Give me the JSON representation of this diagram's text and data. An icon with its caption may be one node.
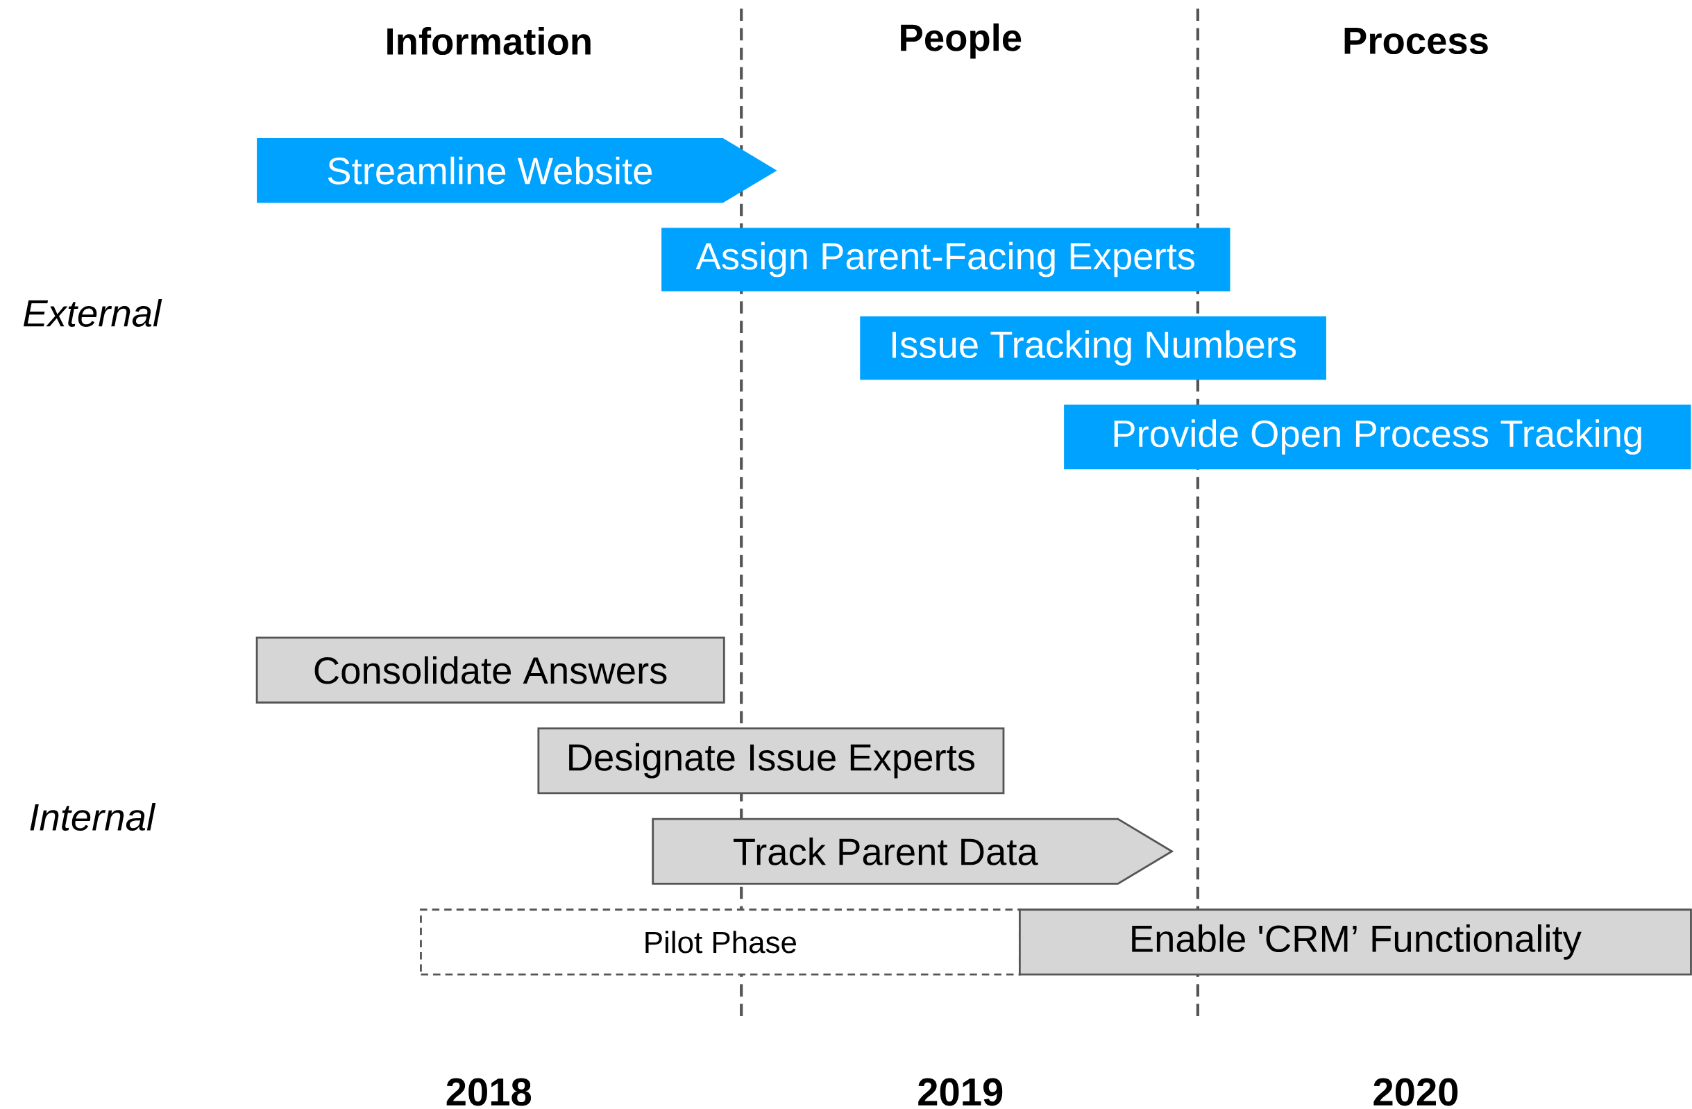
{
  "diagram": {
    "nodes": [
      {
        "text": [
          "Streamline Website"
        ]
      },
      {
        "text": [
          "Assign Parent-Facing Experts"
        ]
      },
      {
        "text": [
          "Issue Tracking Numbers"
        ]
      },
      {
        "text": [
          "Provide Open Process Tracking"
        ]
      },
      {
        "text": [
          "Consolidate Answers"
        ]
      },
      {
        "text": [
          "Designate Issue Experts"
        ]
      },
      {
        "text": [
          "Track Parent Data"
        ]
      },
      {
        "text": [
          "Pilot Phase"
        ]
      },
      {
        "text": [
          "Enable 'CRM’ Functionality"
        ]
      }
    ],
    "edges": [],
    "labels": [
      "Information",
      "People",
      "Process",
      "External",
      "Internal",
      "2018",
      "2019",
      "2020"
    ]
  }
}
